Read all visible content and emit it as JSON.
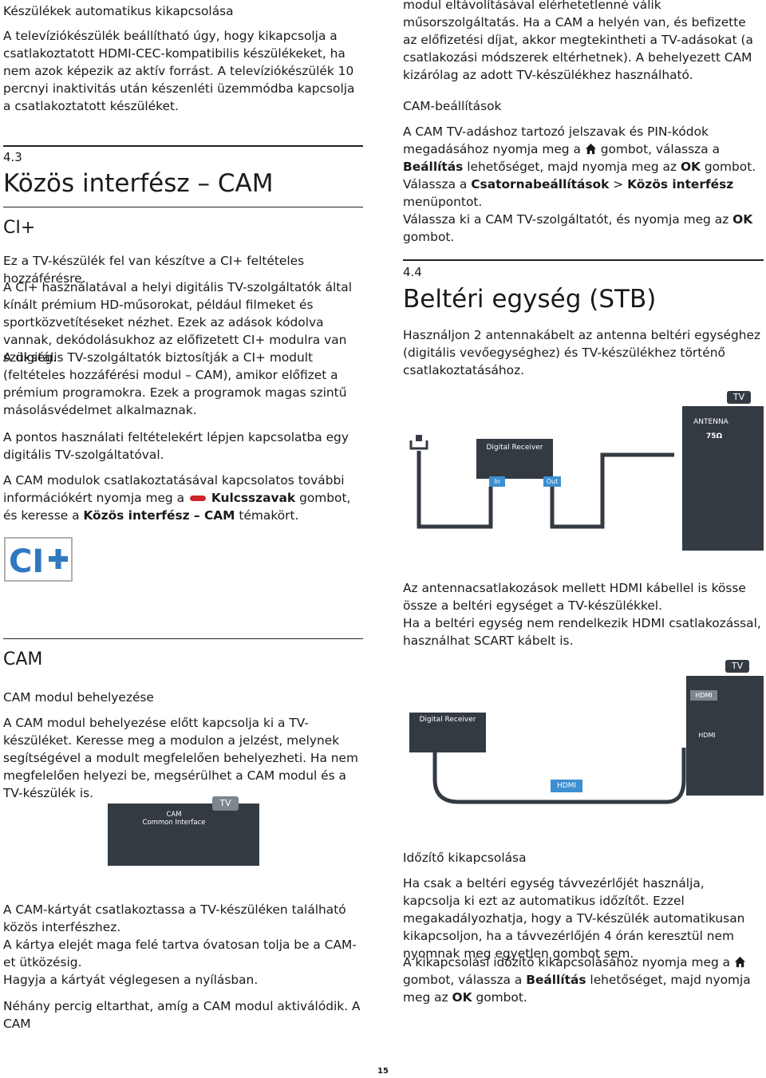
{
  "left": {
    "p1_title": "Készülékek automatikus kikapcsolása",
    "p1_text": "A televíziókészülék beállítható úgy, hogy kikapcsolja a csatlakoztatott HDMI-CEC-kompatibilis készülékeket, ha nem azok képezik az aktív forrást. A televíziókészülék 10 percnyi inaktivitás után készenléti üzemmódba kapcsolja a csatlakoztatott készüléket.",
    "sec_num": "4.3",
    "sec_title": "Közös interfész – CAM",
    "ci_title": "CI+",
    "ci_p1": "Ez a TV-készülék fel van készítve a CI+ feltételes hozzáférésre.",
    "ci_p2a": "A CI+ használatával a helyi digitális TV-szolgáltatók által kínált prémium HD-műsorokat, például filmeket és sportközvetítéseket nézhet. Ezek az adások kódolva vannak, dekódolásukhoz az előfizetett CI+ modulra van szükség.",
    "ci_p2b": "A digitális TV-szolgáltatók biztosítják a CI+ modult (feltételes hozzáférési modul – CAM), amikor előfizet a prémium programokra. Ezek a programok magas szintű másolásvédelmet alkalmaznak.",
    "ci_p3": "A pontos használati feltételekért lépjen kapcsolatba egy digitális TV-szolgáltatóval.",
    "ci_p4a": "A CAM modulok csatlakoztatásával kapcsolatos további információkért nyomja meg a",
    "ci_p4_key": "Kulcsszavak",
    "ci_p4b": "gombot, és keresse a",
    "ci_p4_topic": "Közös interfész – CAM",
    "ci_p4c": "témakört.",
    "ci_logo": "CI+",
    "cam_title": "CAM",
    "cam_ins_title": "CAM modul behelyezése",
    "cam_ins_text": "A CAM modul behelyezése előtt kapcsolja ki a TV-készüléket. Keresse meg a modulon a jelzést, melynek segítségével a modult megfelelően behelyezheti. Ha nem megfelelően helyezi be, megsérülhet a CAM modul és a TV-készülék is.",
    "diag1_tv": "TV",
    "diag1_cam": "CAM",
    "diag1_ci": "Common Interface",
    "cam_p2a": "A CAM-kártyát csatlakoztassa a TV-készüléken található közös interfészhez.",
    "cam_p2b": "A kártya elejét maga felé tartva óvatosan tolja be a CAM-et ütközésig.",
    "cam_p2c": "Hagyja a kártyát véglegesen a nyílásban.",
    "cam_p3": "Néhány percig eltarthat, amíg a CAM modul aktiválódik. A CAM"
  },
  "right": {
    "r_p1": "modul eltávolításával elérhetetlenné válik műsorszolgáltatás. Ha a CAM a helyén van, és befizette az előfizetési díjat, akkor megtekintheti a TV-adásokat (a csatlakozási módszerek eltérhetnek). A behelyezett CAM kizárólag az adott TV-készülékhez használható.",
    "cam_set_title": "CAM-beállítások",
    "cam_set_a": "A CAM TV-adáshoz tartozó jelszavak és PIN-kódok megadásához nyomja meg a",
    "cam_set_b": "gombot, válassza a",
    "cam_set_beall": "Beállítás",
    "cam_set_c": "lehetőséget, majd nyomja meg az",
    "cam_set_ok": "OK",
    "cam_set_d": "gombot.",
    "cam_set_e": "Válassza a",
    "cam_set_csat": "Csatornabeállítások",
    "cam_set_gt": ">",
    "cam_set_kozos": "Közös interfész",
    "cam_set_f": "menüpontot.",
    "cam_set_g": "Válassza ki a CAM TV-szolgáltatót, és nyomja meg az",
    "cam_set_ok2": "OK",
    "cam_set_h": "gombot.",
    "sec_num": "4.4",
    "sec_title": "Beltéri egység (STB)",
    "stb_p1": "Használjon 2 antennakábelt az antenna beltéri egységhez (digitális vevőegységhez) és TV-készülékhez történő csatlakoztatásához.",
    "diag2_tv": "TV",
    "diag2_antenna": "ANTENNA",
    "diag2_antenna_val": "75Ω",
    "diag2_receiver": "Digital Receiver",
    "diag2_in": "In",
    "diag2_out": "Out",
    "stb_p2a": "Az antennacsatlakozások mellett HDMI kábellel is kösse össze a beltéri egységet a TV-készülékkel.",
    "stb_p2b": "Ha a beltéri egység nem rendelkezik HDMI csatlakozással, használhat SCART kábelt is.",
    "diag3_tv": "TV",
    "diag3_hdmi_port1": "HDMI",
    "diag3_hdmi_port2": "HDMI",
    "diag3_receiver": "Digital Receiver",
    "diag3_hdmi_cable": "HDMI",
    "timer_title": "Időzítő kikapcsolása",
    "timer_p1": "Ha csak a beltéri egység távvezérlőjét használja, kapcsolja ki ezt az automatikus időzítőt. Ezzel megakadályozhatja, hogy a TV-készülék automatikusan kikapcsoljon, ha a távvezérlőjén 4 órán keresztül nem nyomnak meg egyetlen gombot sem.",
    "timer_p2a": "A kikapcsolási időzítő kikapcsolásához nyomja meg a",
    "timer_p2b": "gombot, válassza a",
    "timer_beall": "Beállítás",
    "timer_p2c": "lehetőséget, majd nyomja meg az",
    "timer_ok": "OK",
    "timer_p2d": "gombot."
  },
  "page_number": "15",
  "colors": {
    "diagram_gray": "#333a42",
    "label_gray": "#7d858e",
    "port_blue": "#3d8fd1",
    "key_red": "#d1232a",
    "ci_blue": "#2f79c0"
  }
}
